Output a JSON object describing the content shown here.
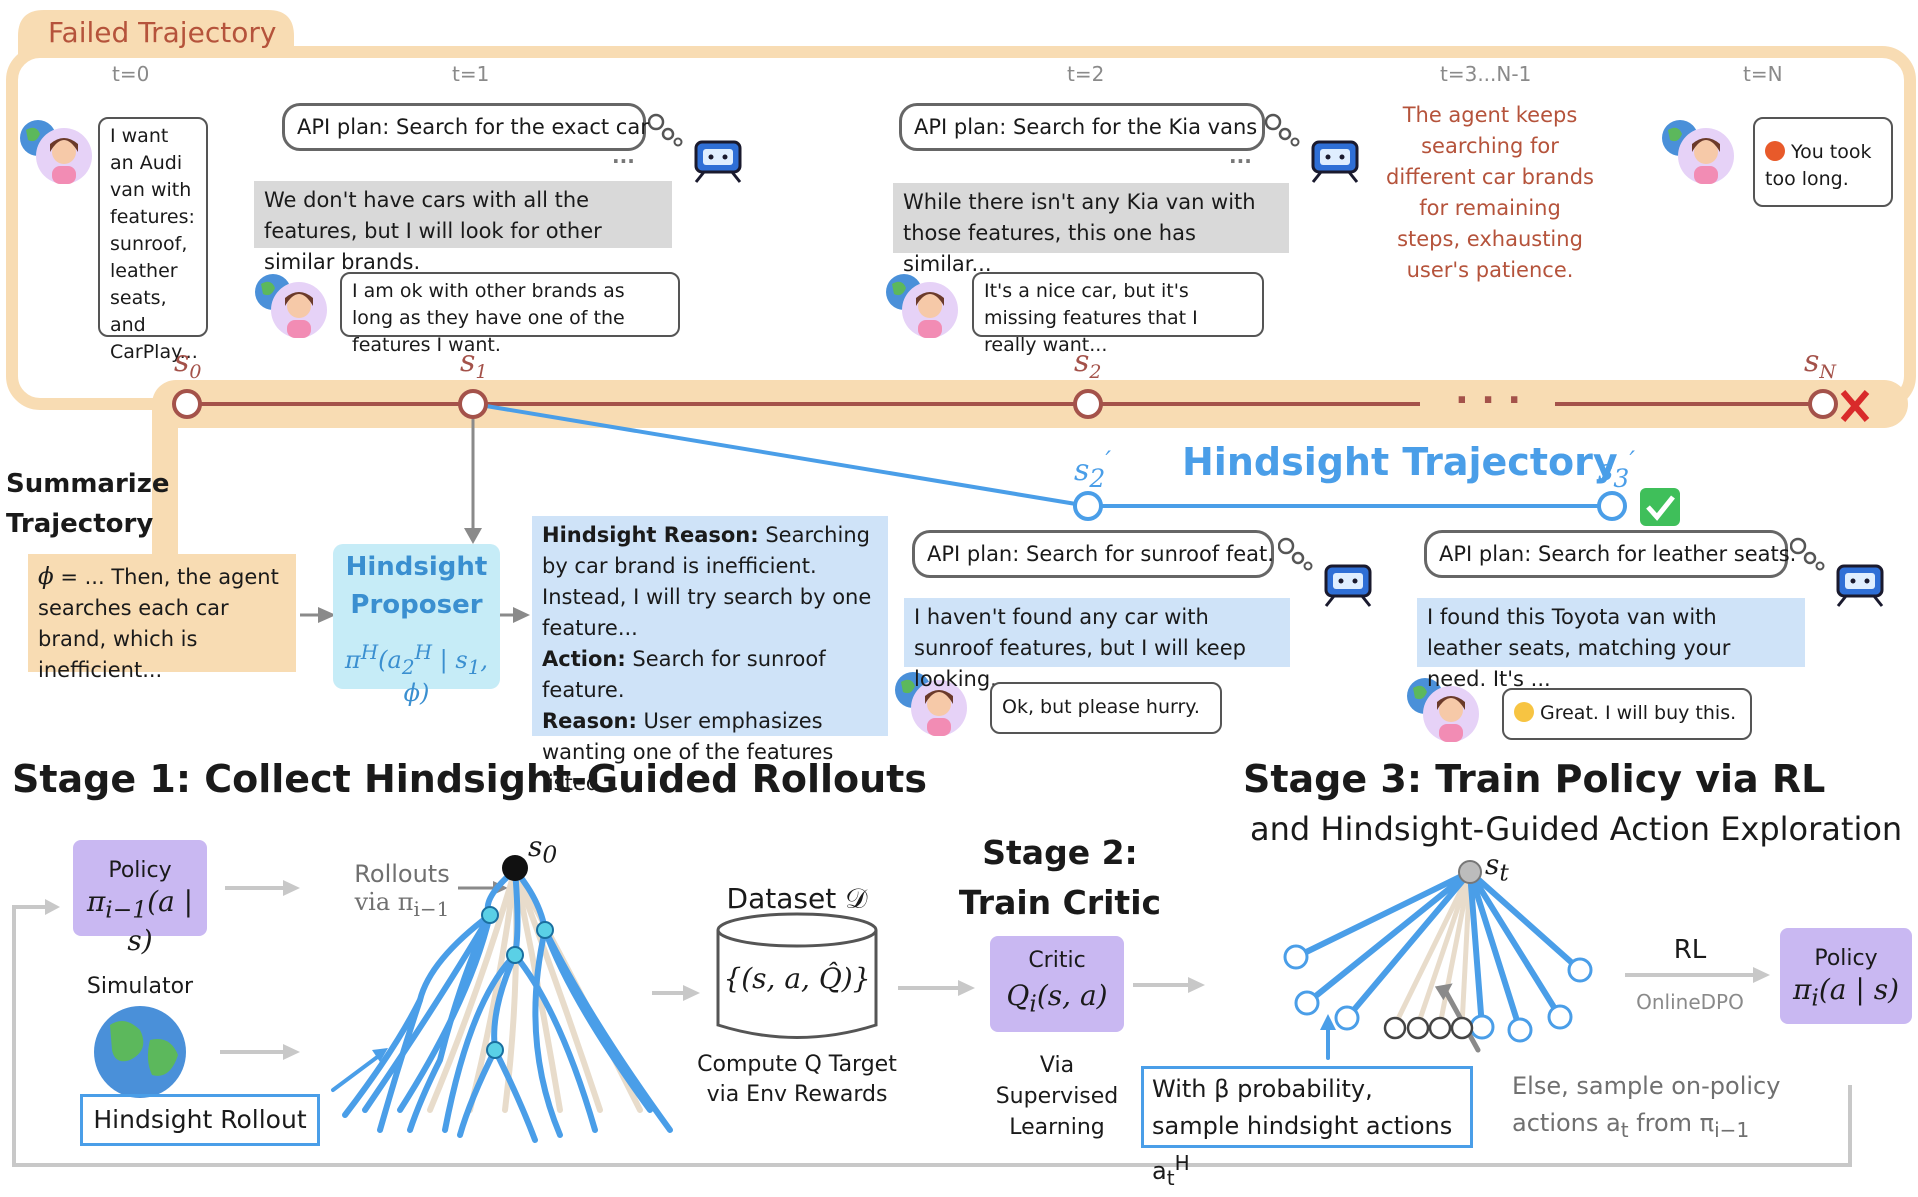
{
  "failed": {
    "label": "Failed Trajectory",
    "steps": [
      "t=0",
      "t=1",
      "t=2",
      "t=3...N-1",
      "t=N"
    ],
    "user0": "I want an Audi van with features: sunroof, leather seats, and CarPlay...",
    "plan1": "API plan: Search for the exact car",
    "agent1": "We don't have cars with all the features, but I will look for other similar brands.",
    "user1": "I am ok with other brands as long as they have one of the features I want.",
    "plan2": "API plan: Search for the Kia vans",
    "agent2": "While there isn't any Kia van with those features, this one has similar...",
    "user2": "It's a nice car, but it's missing features that I really want...",
    "note": "The agent keeps searching for different car brands for remaining steps, exhausting user's patience.",
    "userN": "You took too long.",
    "dots": "...",
    "ellipsis": "· · ·",
    "states": [
      "s",
      "s",
      "s",
      "s"
    ],
    "state_subs": [
      "0",
      "1",
      "2",
      "N"
    ]
  },
  "summarize": {
    "label": "Summarize Trajectory",
    "phi_sym": "ϕ",
    "phi_text": " = ... Then, the agent searches each car brand, which is inefficient..."
  },
  "proposer": {
    "title": "Hindsight Proposer",
    "formula": "π<sup>H</sup>(a<sub>2</sub><sup>H</sup> | s<sub>1</sub>, ϕ)"
  },
  "reason_box": {
    "r_label": "Hindsight Reason:",
    "r_text": " Searching by car brand is inefficient. Instead, I will try search by one feature...",
    "a_label": "Action:",
    "a_text": " Search for sunroof feature.",
    "q_label": "Reason:",
    "q_text": " User emphasizes wanting one of the features listed..."
  },
  "hindsight": {
    "label": "Hindsight Trajectory",
    "s2": "s<sub>2</sub><sup>′</sup>",
    "s3": "s<sub>3</sub><sup>′</sup>",
    "plan2": "API plan: Search for sunroof feat.",
    "agent2": "I haven't found any car with sunroof features, but I will keep looking.",
    "user2": "Ok, but please hurry.",
    "plan3": "API plan: Search for leather seats.",
    "agent3": "I found this Toyota van with leather seats, matching your need. It's ...",
    "user3": "Great. I will buy this."
  },
  "stage1": {
    "title": "Stage 1: Collect Hindsight-Guided Rollouts",
    "policy_label": "Policy",
    "policy_formula": "π<sub>i−1</sub>(a | s)",
    "simulator": "Simulator",
    "rollouts": "Rollouts",
    "rollouts_via": "via π<sub>i−1</sub>",
    "s0": "s<sub>0</sub>",
    "hindsight_rollout": "Hindsight Rollout",
    "dataset": "Dataset 𝒟",
    "dataset_formula": "{(s, a, Q̂)}",
    "compute": "Compute Q Target via Env Rewards"
  },
  "stage2": {
    "title": "Stage 2: Train Critic",
    "critic_label": "Critic",
    "critic_formula": "Q<sub>i</sub>(s, a)",
    "via": "Via Supervised Learning"
  },
  "stage3": {
    "title": "Stage 3: Train Policy via RL",
    "subtitle": "and Hindsight-Guided Action Exploration",
    "st": "s<sub>t</sub>",
    "rl": "RL",
    "onlinedpo": "OnlineDPO",
    "policy_label": "Policy",
    "policy_formula": "π<sub>i</sub>(a | s)",
    "beta_text": "With β probability, sample hindsight actions a<sub>t</sub><sup>H</sup>",
    "else_text": "Else, sample on-policy actions a<sub>t</sub> from π<sub>i−1</sub>"
  },
  "colors": {
    "orange": "#f8dcb3",
    "orange_text": "#b5533b",
    "blue": "#4a9ee8",
    "light_blue": "#cfe3f8",
    "purple": "#c9b8f2",
    "red": "#d92a2a",
    "green": "#3fbf5a"
  }
}
